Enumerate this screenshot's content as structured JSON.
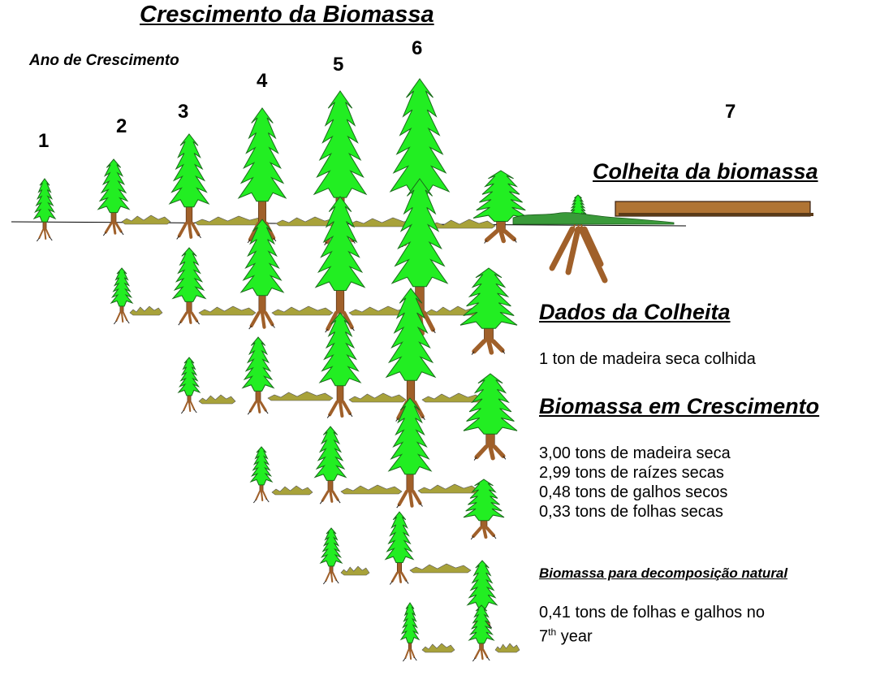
{
  "title": "Crescimento da Biomassa",
  "axis_label": "Ano de Crescimento",
  "years": [
    "1",
    "2",
    "3",
    "4",
    "5",
    "6",
    "7"
  ],
  "harvest_heading": "Colheita da biomassa",
  "harvest_data_heading": "Dados da Colheita",
  "harvest_data_text": "1 ton de madeira seca colhida",
  "growing_heading": "Biomassa em Crescimento",
  "growing_items": [
    "3,00 tons de madeira seca",
    "2,99 tons de raízes secas",
    "0,48 tons de galhos secos",
    "0,33 tons de folhas secas"
  ],
  "decomp_heading": "Biomassa para decomposição natural",
  "decomp_text_line1": "0,41 tons de folhas e galhos no",
  "decomp_text_line2_num": "7",
  "decomp_text_line2_sup": "th",
  "decomp_text_line2_rest": " year",
  "colors": {
    "foliage": "#22ee22",
    "trunk": "#a0602a",
    "litter": "#a8a23a",
    "log": "#b07434",
    "moss": "#3a9a3a"
  }
}
